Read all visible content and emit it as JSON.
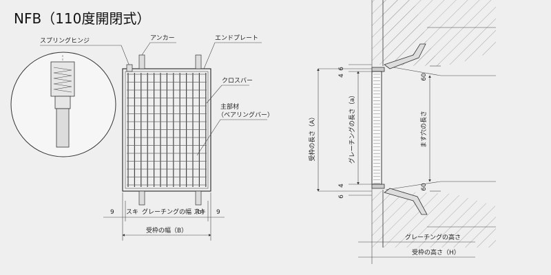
{
  "title": "NFB（110度開閉式）",
  "labels": {
    "spring_hinge": "スプリングヒンジ",
    "anchor": "アンカー",
    "end_plate": "エンドプレート",
    "cross_bar": "クロスバー",
    "main_member_1": "主部材",
    "main_member_2": "（ベアリングバー）",
    "suki_left": "スキ",
    "grating_width": "グレーチングの幅（b）",
    "suki_right": "スキ",
    "frame_width": "受枠の幅（B）",
    "frame_length": "受枠の長さ（A）",
    "grating_length": "グレーチングの長さ（a）",
    "hole_length": "ます穴の長さ",
    "grating_height": "グレーチングの高さ",
    "frame_height": "受枠の高さ（H）"
  },
  "dimensions": {
    "gap_left": "9",
    "gap_right": "9",
    "top_6": "6",
    "top_4": "4",
    "top_60": "60",
    "bottom_4": "4",
    "bottom_6": "6",
    "bottom_60": "60"
  },
  "colors": {
    "background": "#efefef",
    "line": "#333333",
    "hatch": "#888888"
  }
}
